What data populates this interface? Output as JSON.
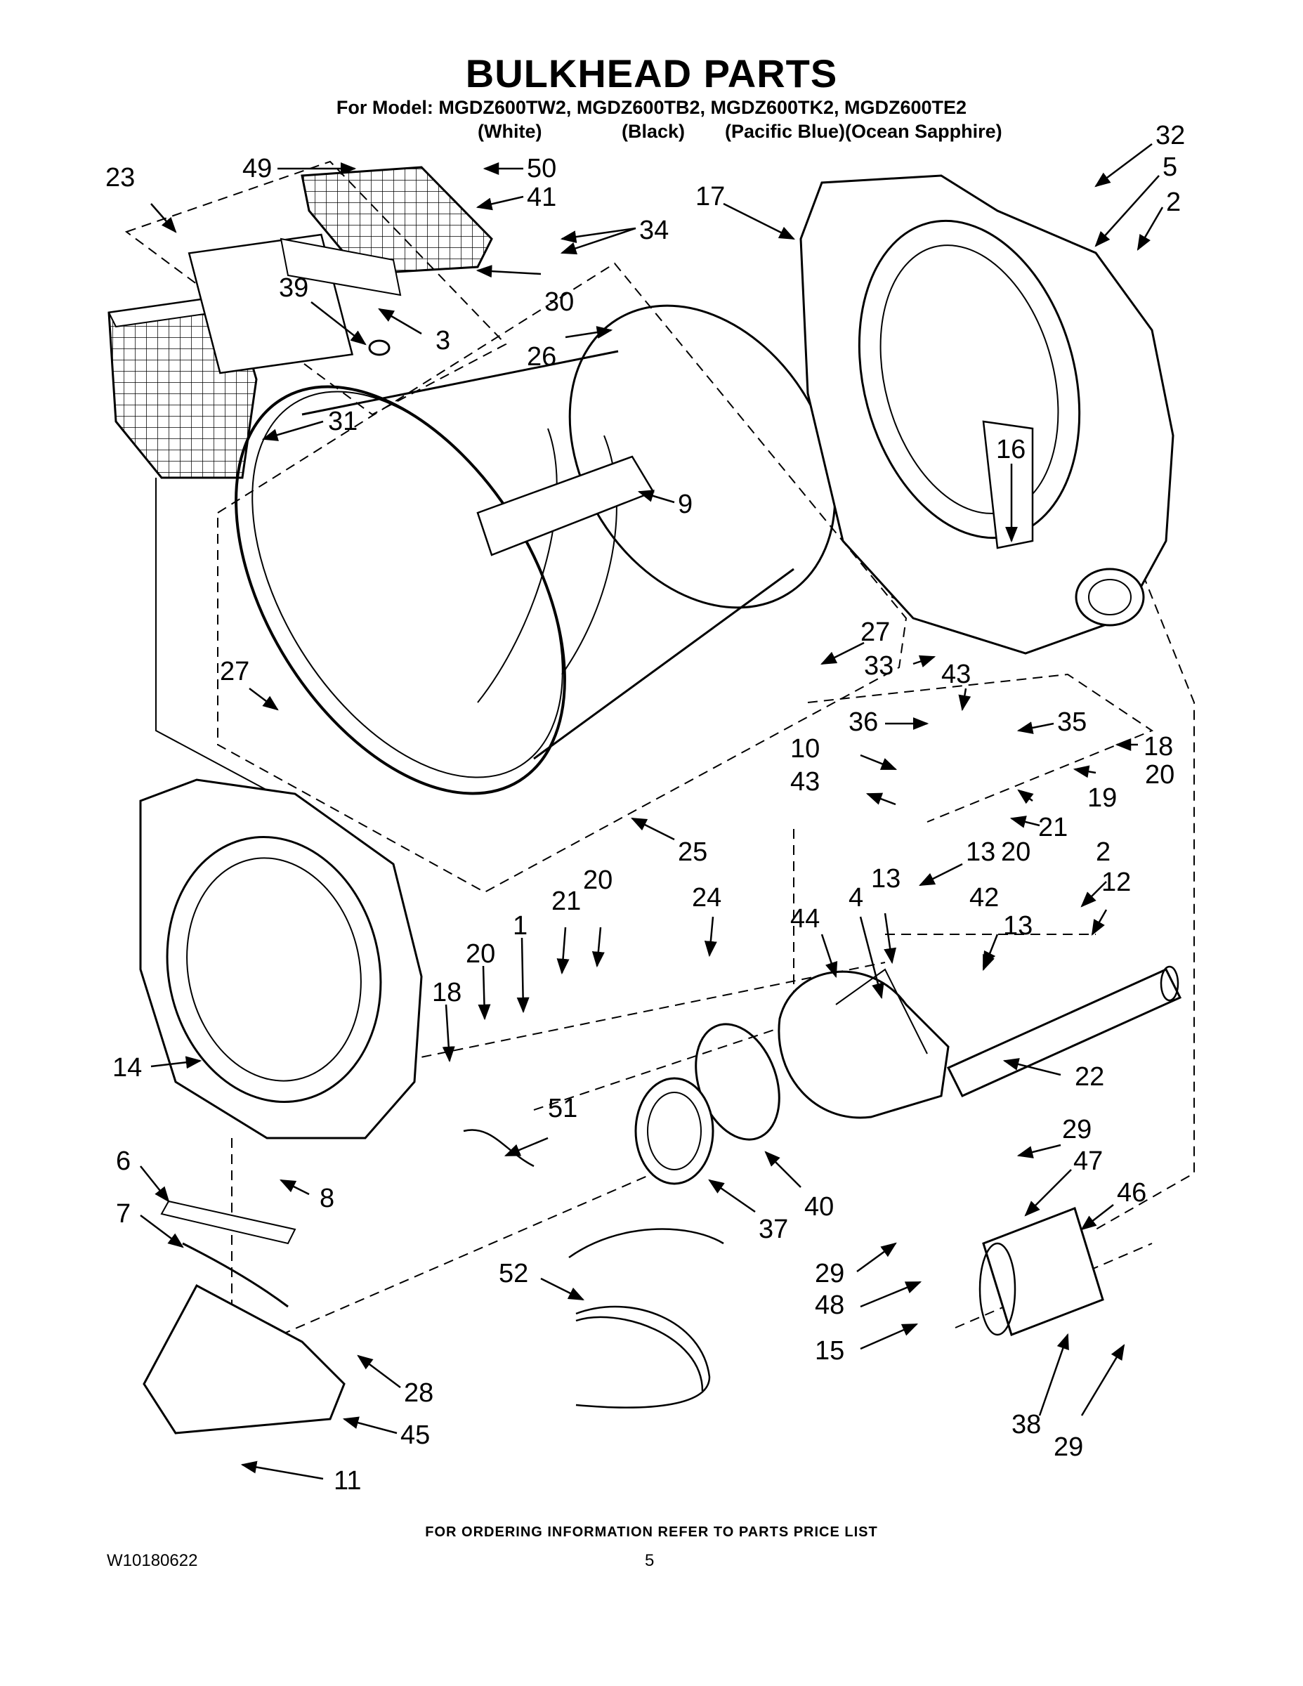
{
  "header": {
    "title": "BULKHEAD PARTS",
    "models_line": "For Model: MGDZ600TW2, MGDZ600TB2, MGDZ600TK2, MGDZ600TE2",
    "colors": [
      "(White)",
      "(Black)",
      "(Pacific Blue)(Ocean Sapphire)"
    ]
  },
  "callouts": {
    "c23": "23",
    "c49": "49",
    "c50": "50",
    "c41": "41",
    "c34": "34",
    "c17": "17",
    "c32": "32",
    "c5": "5",
    "c2a": "2",
    "c39": "39",
    "c30": "30",
    "c3": "3",
    "c26": "26",
    "c31": "31",
    "c16": "16",
    "c9": "9",
    "c27a": "27",
    "c27b": "27",
    "c33": "33",
    "c43a": "43",
    "c36": "36",
    "c35": "35",
    "c18a": "18",
    "c10": "10",
    "c20a": "20",
    "c43b": "43",
    "c19": "19",
    "c21a": "21",
    "c20b": "20",
    "c25": "25",
    "c13a": "13",
    "c2b": "2",
    "c12": "12",
    "c24": "24",
    "c44": "44",
    "c4": "4",
    "c13b": "13",
    "c42": "42",
    "c13c": "13",
    "c20c": "20",
    "c21b": "21",
    "c1": "1",
    "c20d": "20",
    "c18b": "18",
    "c14": "14",
    "c22": "22",
    "c51": "51",
    "c29a": "29",
    "c6": "6",
    "c47": "47",
    "c46": "46",
    "c7": "7",
    "c8": "8",
    "c37": "37",
    "c40": "40",
    "c29b": "29",
    "c48": "48",
    "c52": "52",
    "c15": "15",
    "c28": "28",
    "c45": "45",
    "c38": "38",
    "c29c": "29",
    "c11": "11"
  },
  "footer": {
    "note": "FOR ORDERING INFORMATION REFER TO PARTS PRICE LIST",
    "doc_number": "W10180622",
    "page_number": "5"
  }
}
